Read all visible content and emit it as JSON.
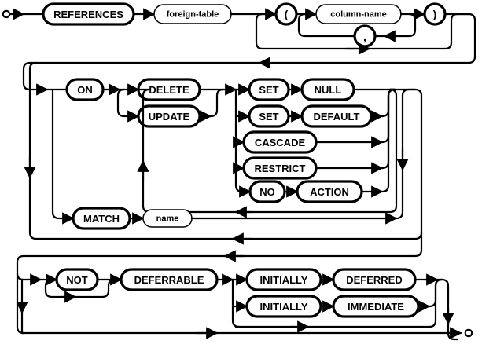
{
  "diagram": {
    "kind": "railroad-syntax-diagram",
    "title": "REFERENCES foreign-key-clause",
    "start_marker": "start-circle",
    "end_marker": "end-circle",
    "colors": {
      "ink": "#000000",
      "paper": "#ffffff"
    }
  },
  "nodes": {
    "references": {
      "label": "REFERENCES",
      "type": "terminal"
    },
    "foreign_table": {
      "label": "foreign-table",
      "type": "nonterminal"
    },
    "lparen": {
      "label": "(",
      "type": "terminal"
    },
    "column_name": {
      "label": "column-name",
      "type": "nonterminal"
    },
    "comma": {
      "label": ",",
      "type": "terminal"
    },
    "rparen": {
      "label": ")",
      "type": "terminal"
    },
    "on": {
      "label": "ON",
      "type": "terminal"
    },
    "delete": {
      "label": "DELETE",
      "type": "terminal"
    },
    "update": {
      "label": "UPDATE",
      "type": "terminal"
    },
    "set1": {
      "label": "SET",
      "type": "terminal"
    },
    "null": {
      "label": "NULL",
      "type": "terminal"
    },
    "set2": {
      "label": "SET",
      "type": "terminal"
    },
    "default": {
      "label": "DEFAULT",
      "type": "terminal"
    },
    "cascade": {
      "label": "CASCADE",
      "type": "terminal"
    },
    "restrict": {
      "label": "RESTRICT",
      "type": "terminal"
    },
    "no": {
      "label": "NO",
      "type": "terminal"
    },
    "action": {
      "label": "ACTION",
      "type": "terminal"
    },
    "match": {
      "label": "MATCH",
      "type": "terminal"
    },
    "name": {
      "label": "name",
      "type": "nonterminal"
    },
    "not": {
      "label": "NOT",
      "type": "terminal"
    },
    "deferrable": {
      "label": "DEFERRABLE",
      "type": "terminal"
    },
    "initially1": {
      "label": "INITIALLY",
      "type": "terminal"
    },
    "deferred": {
      "label": "DEFERRED",
      "type": "terminal"
    },
    "initially2": {
      "label": "INITIALLY",
      "type": "terminal"
    },
    "immediate": {
      "label": "IMMEDIATE",
      "type": "terminal"
    }
  }
}
